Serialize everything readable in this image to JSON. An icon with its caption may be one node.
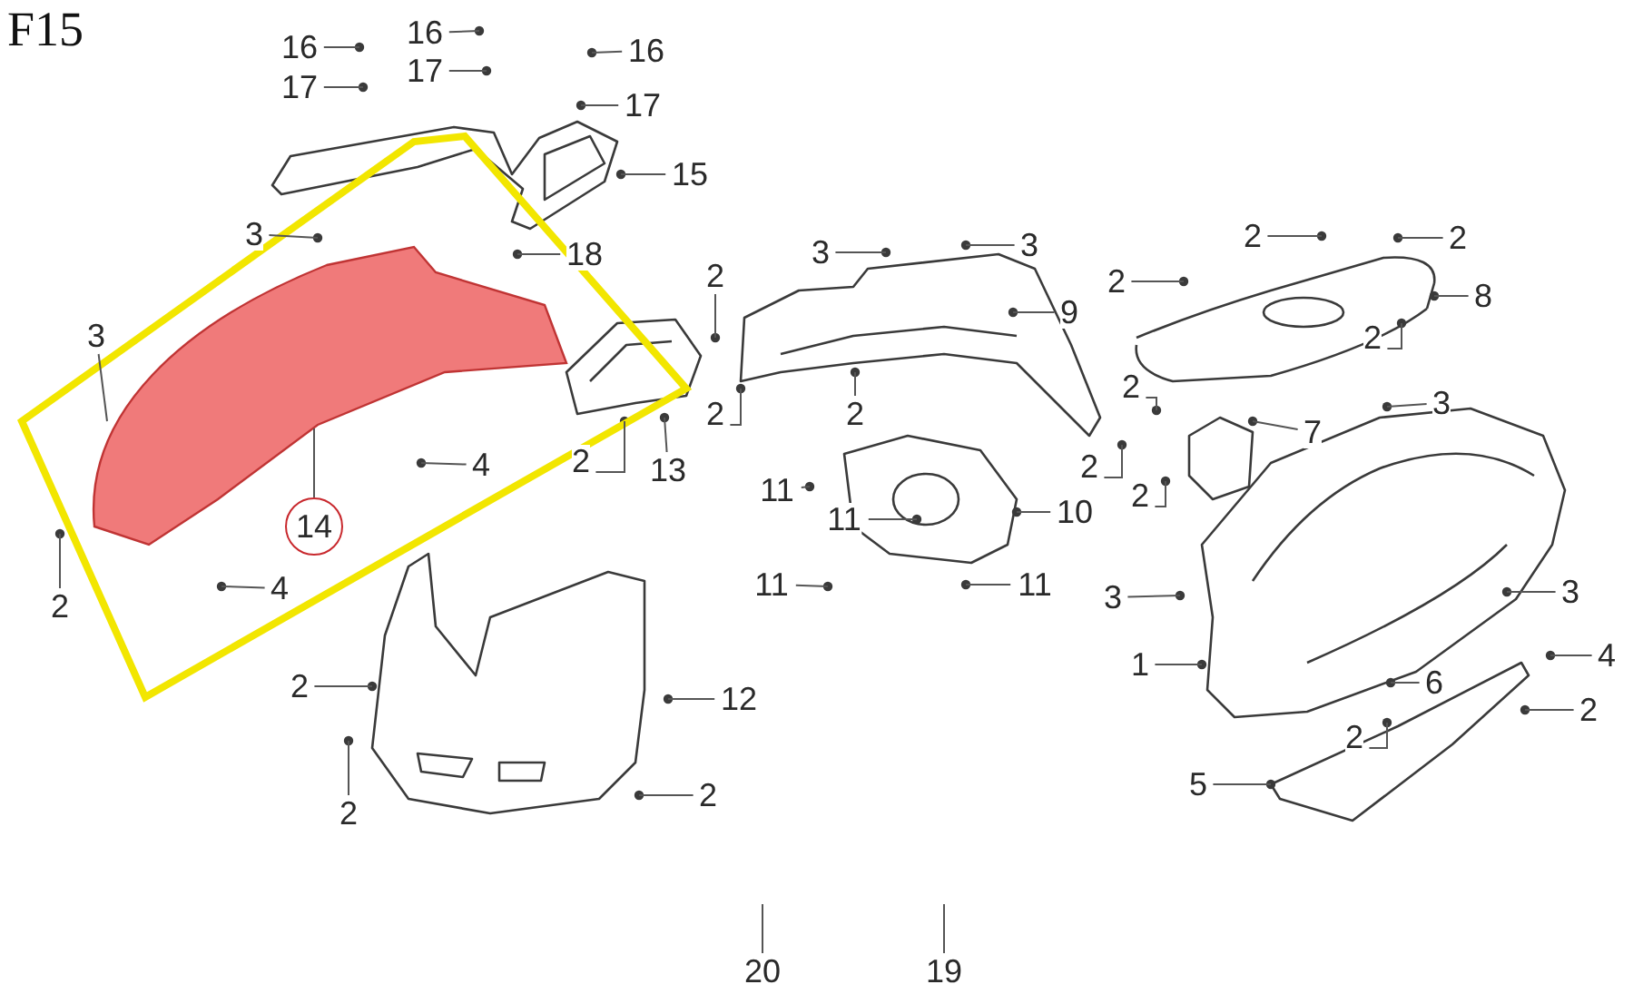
{
  "diagram": {
    "title": "F15",
    "nodes": [
      {
        "text": [
          "16"
        ]
      },
      {
        "text": [
          "16"
        ]
      },
      {
        "text": [
          "16"
        ]
      },
      {
        "text": [
          "17"
        ]
      },
      {
        "text": [
          "17"
        ]
      },
      {
        "text": [
          "17"
        ]
      },
      {
        "text": [
          "15"
        ]
      },
      {
        "text": [
          "3"
        ]
      },
      {
        "text": [
          "18"
        ]
      },
      {
        "text": [
          "2"
        ]
      },
      {
        "text": [
          "3"
        ]
      },
      {
        "text": [
          "3"
        ]
      },
      {
        "text": [
          "2"
        ]
      },
      {
        "text": [
          "2"
        ]
      },
      {
        "text": [
          "2"
        ]
      },
      {
        "text": [
          "9"
        ]
      },
      {
        "text": [
          "8"
        ]
      },
      {
        "text": [
          "3"
        ]
      },
      {
        "text": [
          "2"
        ]
      },
      {
        "text": [
          "3"
        ]
      },
      {
        "text": [
          "2"
        ]
      },
      {
        "text": [
          "2"
        ]
      },
      {
        "text": [
          "2"
        ]
      },
      {
        "text": [
          "2"
        ]
      },
      {
        "text": [
          "7"
        ]
      },
      {
        "text": [
          "4"
        ]
      },
      {
        "text": [
          "13"
        ]
      },
      {
        "text": [
          "2"
        ]
      },
      {
        "text": [
          "11"
        ]
      },
      {
        "text": [
          "2"
        ]
      },
      {
        "text": [
          "11"
        ]
      },
      {
        "text": [
          "10"
        ]
      },
      {
        "text": [
          "14"
        ]
      },
      {
        "text": [
          "11"
        ]
      },
      {
        "text": [
          "11"
        ]
      },
      {
        "text": [
          "4"
        ]
      },
      {
        "text": [
          "3"
        ]
      },
      {
        "text": [
          "2"
        ]
      },
      {
        "text": [
          "3"
        ]
      },
      {
        "text": [
          "4"
        ]
      },
      {
        "text": [
          "1"
        ]
      },
      {
        "text": [
          "2"
        ]
      },
      {
        "text": [
          "6"
        ]
      },
      {
        "text": [
          "12"
        ]
      },
      {
        "text": [
          "2"
        ]
      },
      {
        "text": [
          "2"
        ]
      },
      {
        "text": [
          "5"
        ]
      },
      {
        "text": [
          "2"
        ]
      },
      {
        "text": [
          "2"
        ]
      },
      {
        "text": [
          "20"
        ]
      },
      {
        "text": [
          "19"
        ]
      },
      {
        "text": [],
        "shape": "picture"
      }
    ],
    "edges": [
      {
        "from": 0,
        "to": null,
        "arrow": "none"
      },
      {
        "from": 1,
        "to": null,
        "arrow": "none"
      },
      {
        "from": 2,
        "to": null,
        "arrow": "none"
      },
      {
        "from": 3,
        "to": null,
        "arrow": "none"
      },
      {
        "from": 4,
        "to": null,
        "arrow": "none"
      },
      {
        "from": 5,
        "to": null,
        "arrow": "none"
      },
      {
        "from": 6,
        "to": null,
        "arrow": "none"
      },
      {
        "from": 7,
        "to": null,
        "arrow": "none"
      },
      {
        "from": 8,
        "to": null,
        "arrow": "none"
      },
      {
        "from": 9,
        "to": null,
        "arrow": "none"
      },
      {
        "from": 10,
        "to": null,
        "arrow": "none"
      },
      {
        "from": 11,
        "to": null,
        "arrow": "none"
      },
      {
        "from": 12,
        "to": null,
        "arrow": "none"
      },
      {
        "from": 13,
        "to": null,
        "arrow": "none"
      },
      {
        "from": 14,
        "to": null,
        "arrow": "none"
      },
      {
        "from": 15,
        "to": null,
        "arrow": "none"
      },
      {
        "from": 16,
        "to": null,
        "arrow": "none"
      },
      {
        "from": 17,
        "to": 51,
        "arrow": "none"
      },
      {
        "from": 18,
        "to": null,
        "arrow": "none"
      },
      {
        "from": 19,
        "to": null,
        "arrow": "none"
      },
      {
        "from": 20,
        "to": null,
        "arrow": "none"
      },
      {
        "from": 21,
        "to": null,
        "arrow": "none"
      },
      {
        "from": 22,
        "to": null,
        "arrow": "none"
      },
      {
        "from": 23,
        "to": null,
        "arrow": "none"
      },
      {
        "from": 24,
        "to": null,
        "arrow": "none"
      },
      {
        "from": 25,
        "to": null,
        "arrow": "none"
      },
      {
        "from": 26,
        "to": null,
        "arrow": "none"
      },
      {
        "from": 27,
        "to": null,
        "arrow": "none"
      },
      {
        "from": 28,
        "to": null,
        "arrow": "none"
      },
      {
        "from": 29,
        "to": null,
        "arrow": "none"
      },
      {
        "from": 30,
        "to": null,
        "arrow": "none"
      },
      {
        "from": 31,
        "to": null,
        "arrow": "none"
      },
      {
        "from": 32,
        "to": 51,
        "arrow": "none"
      },
      {
        "from": 33,
        "to": null,
        "arrow": "none"
      },
      {
        "from": 34,
        "to": null,
        "arrow": "none"
      },
      {
        "from": 35,
        "to": null,
        "arrow": "none"
      },
      {
        "from": 36,
        "to": null,
        "arrow": "none"
      },
      {
        "from": 37,
        "to": null,
        "arrow": "none"
      },
      {
        "from": 38,
        "to": null,
        "arrow": "none"
      },
      {
        "from": 39,
        "to": null,
        "arrow": "none"
      },
      {
        "from": 40,
        "to": null,
        "arrow": "none"
      },
      {
        "from": 41,
        "to": null,
        "arrow": "none"
      },
      {
        "from": 42,
        "to": null,
        "arrow": "none"
      },
      {
        "from": 43,
        "to": null,
        "arrow": "none"
      },
      {
        "from": 44,
        "to": null,
        "arrow": "none"
      },
      {
        "from": 45,
        "to": null,
        "arrow": "none"
      },
      {
        "from": 46,
        "to": null,
        "arrow": "none"
      },
      {
        "from": 47,
        "to": null,
        "arrow": "none"
      },
      {
        "from": 48,
        "to": null,
        "arrow": "none"
      },
      {
        "from": 49,
        "to": null,
        "arrow": "none"
      },
      {
        "from": 50,
        "to": null,
        "arrow": "none"
      }
    ]
  }
}
